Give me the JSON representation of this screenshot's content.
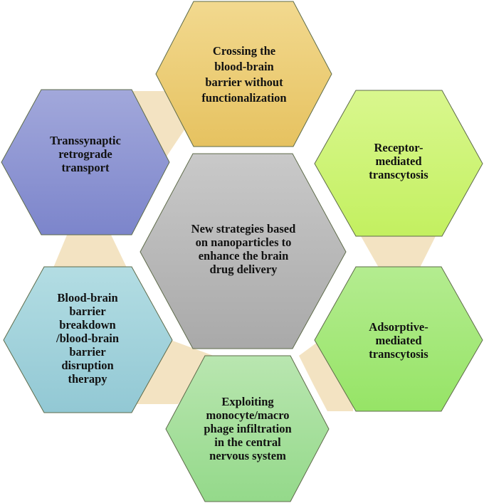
{
  "diagram": {
    "title": "New strategies based on nanoparticles to enhance the brain drug delivery",
    "center": {
      "label": "New strategies based\non nanoparticles to\nenhance the brain\ndrug delivery",
      "color_top": "#c9c9c9",
      "color_bottom": "#a9a9a9"
    },
    "nodes": [
      {
        "id": "top",
        "label": "Crossing the\nblood-brain\nbarrier without\nfunctionalization",
        "color_top": "#f2d98f",
        "color_bottom": "#e6c260"
      },
      {
        "id": "top-right",
        "label": "Receptor-\nmediated\ntranscytosis",
        "color_top": "#d9f78e",
        "color_bottom": "#c3f060"
      },
      {
        "id": "bottom-right",
        "label": "Adsorptive-\nmediated\ntranscytosis",
        "color_top": "#b4ec90",
        "color_bottom": "#96e466"
      },
      {
        "id": "bottom",
        "label": "Exploiting\nmonocyte/macro\nphage infiltration\nin the central\nnervous system",
        "color_top": "#b9e6b0",
        "color_bottom": "#94d98a"
      },
      {
        "id": "bottom-left",
        "label": "Blood-brain\nbarrier\nbreakdown\n/blood-brain\nbarrier\ndisruption\ntherapy",
        "color_top": "#b3dde3",
        "color_bottom": "#92c8d4"
      },
      {
        "id": "top-left",
        "label": "Transsynaptic\nretrograde\ntransport",
        "color_top": "#a2a8db",
        "color_bottom": "#7c85cb"
      }
    ],
    "connector_color": "#f3e3c2",
    "outline_color": "#5e6b4a"
  }
}
